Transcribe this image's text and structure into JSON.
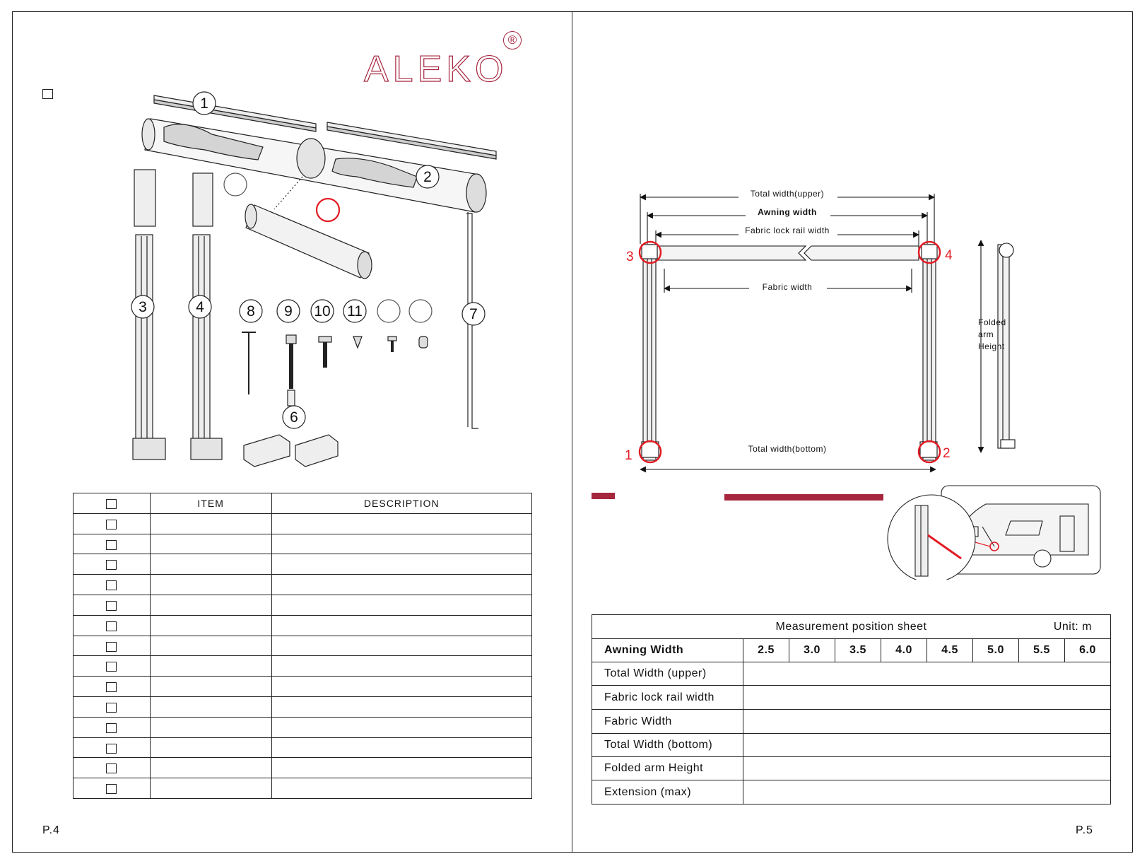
{
  "brand": {
    "logo": "ALEKO",
    "registered": "®"
  },
  "left_page": {
    "callouts": [
      "1",
      "2",
      "3",
      "4",
      "6",
      "7",
      "8",
      "9",
      "10",
      "11"
    ],
    "parts_table": {
      "headers": {
        "item": "ITEM",
        "description": "DESCRIPTION"
      },
      "row_count": 14
    },
    "page_number": "P.4"
  },
  "right_page": {
    "diagram": {
      "labels": {
        "total_width_upper": "Total width(upper)",
        "awning_width": "Awning width",
        "fabric_lock_rail_width": "Fabric lock rail width",
        "fabric_width": "Fabric width",
        "total_width_bottom": "Total width(bottom)",
        "folded_arm_height_1": "Folded",
        "folded_arm_height_2": "arm",
        "folded_arm_height_3": "Height"
      },
      "markers": [
        "1",
        "2",
        "3",
        "4"
      ]
    },
    "measurement_sheet": {
      "title": "Measurement position sheet",
      "unit": "Unit: m",
      "awning_width_label": "Awning Width",
      "widths": [
        "2.5",
        "3.0",
        "3.5",
        "4.0",
        "4.5",
        "5.0",
        "5.5",
        "6.0"
      ],
      "rows": [
        "Total Width (upper)",
        "Fabric lock rail width",
        "Fabric Width",
        "Total Width (bottom)",
        "Folded arm Height",
        "Extension  (max)"
      ]
    },
    "page_number": "P.5"
  },
  "colors": {
    "accent": "#a6263e",
    "marker_red": "#e21b24"
  }
}
